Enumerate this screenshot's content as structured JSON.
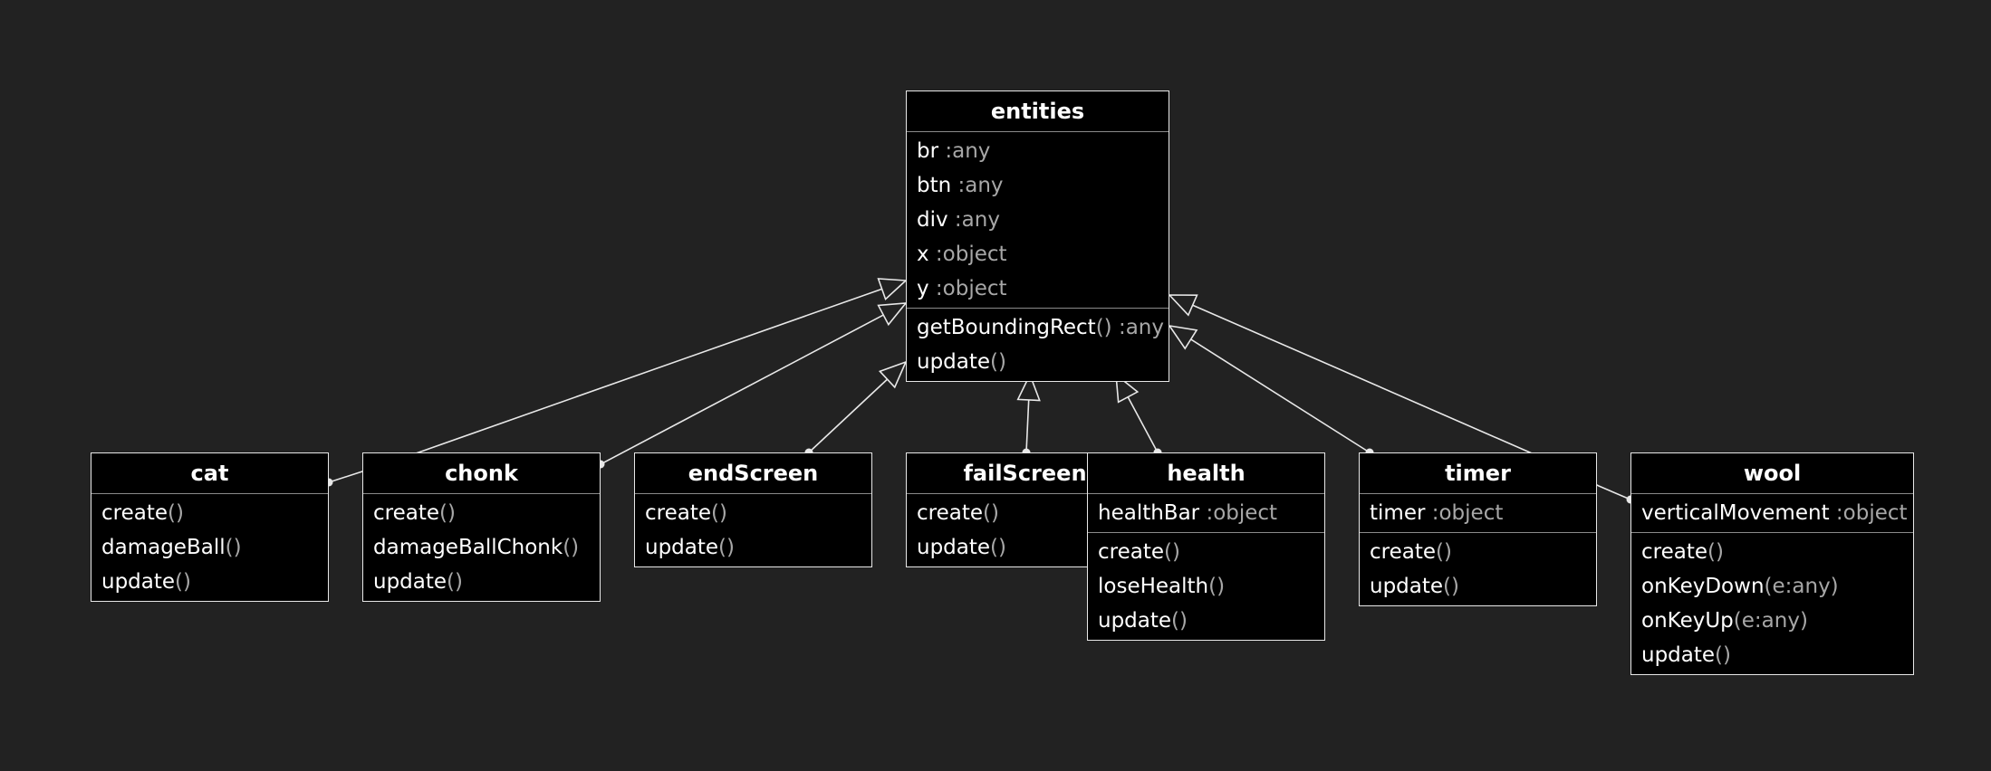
{
  "diagram": {
    "classes": [
      {
        "id": "entities",
        "name": "entities",
        "attributes": [
          {
            "name": "br",
            "type": " :any"
          },
          {
            "name": "btn",
            "type": " :any"
          },
          {
            "name": "div",
            "type": " :any"
          },
          {
            "name": "x",
            "type": " :object"
          },
          {
            "name": "y",
            "type": " :object"
          }
        ],
        "methods": [
          {
            "name": "getBoundingRect",
            "suffix": "() :any"
          },
          {
            "name": "update",
            "suffix": "()"
          }
        ]
      },
      {
        "id": "cat",
        "name": "cat",
        "attributes": [],
        "methods": [
          {
            "name": "create",
            "suffix": "()"
          },
          {
            "name": "damageBall",
            "suffix": "()"
          },
          {
            "name": "update",
            "suffix": "()"
          }
        ]
      },
      {
        "id": "chonk",
        "name": "chonk",
        "attributes": [],
        "methods": [
          {
            "name": "create",
            "suffix": "()"
          },
          {
            "name": "damageBallChonk",
            "suffix": "()"
          },
          {
            "name": "update",
            "suffix": "()"
          }
        ]
      },
      {
        "id": "endScreen",
        "name": "endScreen",
        "attributes": [],
        "methods": [
          {
            "name": "create",
            "suffix": "()"
          },
          {
            "name": "update",
            "suffix": "()"
          }
        ]
      },
      {
        "id": "failScreen",
        "name": "failScreen",
        "attributes": [],
        "methods": [
          {
            "name": "create",
            "suffix": "()"
          },
          {
            "name": "update",
            "suffix": "()"
          }
        ]
      },
      {
        "id": "health",
        "name": "health",
        "attributes": [
          {
            "name": "healthBar",
            "type": " :object"
          }
        ],
        "methods": [
          {
            "name": "create",
            "suffix": "()"
          },
          {
            "name": "loseHealth",
            "suffix": "()"
          },
          {
            "name": "update",
            "suffix": "()"
          }
        ]
      },
      {
        "id": "timer",
        "name": "timer",
        "attributes": [
          {
            "name": "timer",
            "type": " :object"
          }
        ],
        "methods": [
          {
            "name": "create",
            "suffix": "()"
          },
          {
            "name": "update",
            "suffix": "()"
          }
        ]
      },
      {
        "id": "wool",
        "name": "wool",
        "attributes": [
          {
            "name": "verticalMovement",
            "type": " :object"
          }
        ],
        "methods": [
          {
            "name": "create",
            "suffix": "()"
          },
          {
            "name": "onKeyDown",
            "suffix": "(e:any)"
          },
          {
            "name": "onKeyUp",
            "suffix": "(e:any)"
          },
          {
            "name": "update",
            "suffix": "()"
          }
        ]
      }
    ],
    "relations": [
      {
        "from": "cat",
        "to": "entities",
        "kind": "inheritance"
      },
      {
        "from": "chonk",
        "to": "entities",
        "kind": "inheritance"
      },
      {
        "from": "endScreen",
        "to": "entities",
        "kind": "inheritance"
      },
      {
        "from": "failScreen",
        "to": "entities",
        "kind": "inheritance"
      },
      {
        "from": "health",
        "to": "entities",
        "kind": "inheritance"
      },
      {
        "from": "timer",
        "to": "entities",
        "kind": "inheritance"
      },
      {
        "from": "wool",
        "to": "entities",
        "kind": "inheritance"
      }
    ],
    "colors": {
      "background": "#222222",
      "box_fill": "#000000",
      "line": "#e8e8e8",
      "type_text": "#a7a7a7"
    }
  }
}
